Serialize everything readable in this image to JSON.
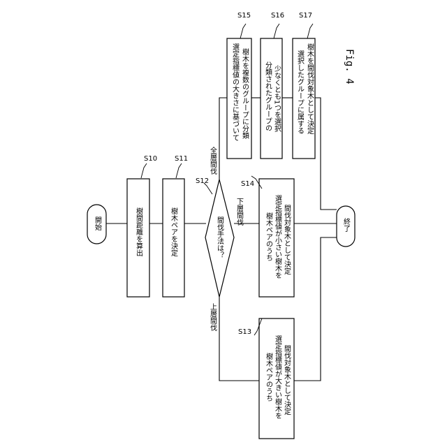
{
  "figure_label": "Fig. 4",
  "steps": {
    "start": {
      "text": "開始"
    },
    "s10": {
      "id": "S10",
      "text": "樹間距離を算出"
    },
    "s11": {
      "id": "S11",
      "text": "樹木ペアを決定"
    },
    "s12": {
      "id": "S12",
      "text": "間伐手法は？"
    },
    "s13": {
      "id": "S13",
      "line1": "樹木ペアのうち",
      "line2": "選定指標値が大きい樹木を",
      "line3": "間伐対象木として決定"
    },
    "s14": {
      "id": "S14",
      "line1": "樹木ペアのうち",
      "line2": "選定指標値が小さい樹木を",
      "line3": "間伐対象木として決定"
    },
    "s15": {
      "id": "S15",
      "line1": "選定指標値の大きさに基づいて",
      "line2": "樹木を複数のグループに分類"
    },
    "s16": {
      "id": "S16",
      "line1": "分類されたグループの",
      "line2": "少なくとも1つを選択"
    },
    "s17": {
      "id": "S17",
      "line1": "選択したグループに属する",
      "line2": "樹木を間伐対象木として決定"
    },
    "end": {
      "text": "終了"
    }
  },
  "branches": {
    "upper": "上層間伐",
    "lower": "下層間伐",
    "full": "全層間伐"
  }
}
